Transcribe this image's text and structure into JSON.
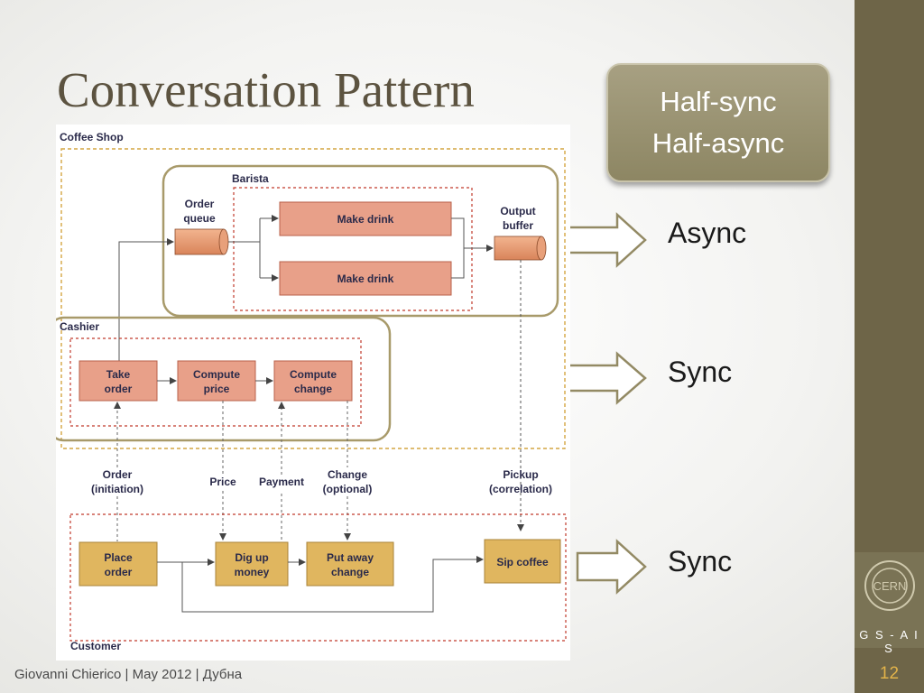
{
  "slide": {
    "title": "Conversation Pattern",
    "badge": {
      "line1": "Half-sync",
      "line2": "Half-async"
    },
    "side_labels": {
      "top": "Async",
      "middle": "Sync",
      "bottom": "Sync"
    },
    "footer": "Giovanni Chierico | May 2012 | Дубна",
    "slide_number": "12",
    "logo_text": "G S - A I S",
    "logo_mark": "CERN"
  },
  "diagram": {
    "coffee_shop_label": "Coffee Shop",
    "barista_label": "Barista",
    "cashier_label": "Cashier",
    "customer_label": "Customer",
    "order_queue": [
      "Order",
      "queue"
    ],
    "output_buffer": [
      "Output",
      "buffer"
    ],
    "make_drink_1": "Make drink",
    "make_drink_2": "Make drink",
    "take_order": [
      "Take",
      "order"
    ],
    "compute_price": [
      "Compute",
      "price"
    ],
    "compute_change": [
      "Compute",
      "change"
    ],
    "place_order": [
      "Place",
      "order"
    ],
    "dig_up_money": [
      "Dig up",
      "money"
    ],
    "put_away_change": [
      "Put away",
      "change"
    ],
    "sip_coffee": "Sip coffee",
    "msg_order": [
      "Order",
      "(initiation)"
    ],
    "msg_price": "Price",
    "msg_payment": "Payment",
    "msg_change": [
      "Change",
      "(optional)"
    ],
    "msg_pickup": [
      "Pickup",
      "(correlation)"
    ]
  }
}
